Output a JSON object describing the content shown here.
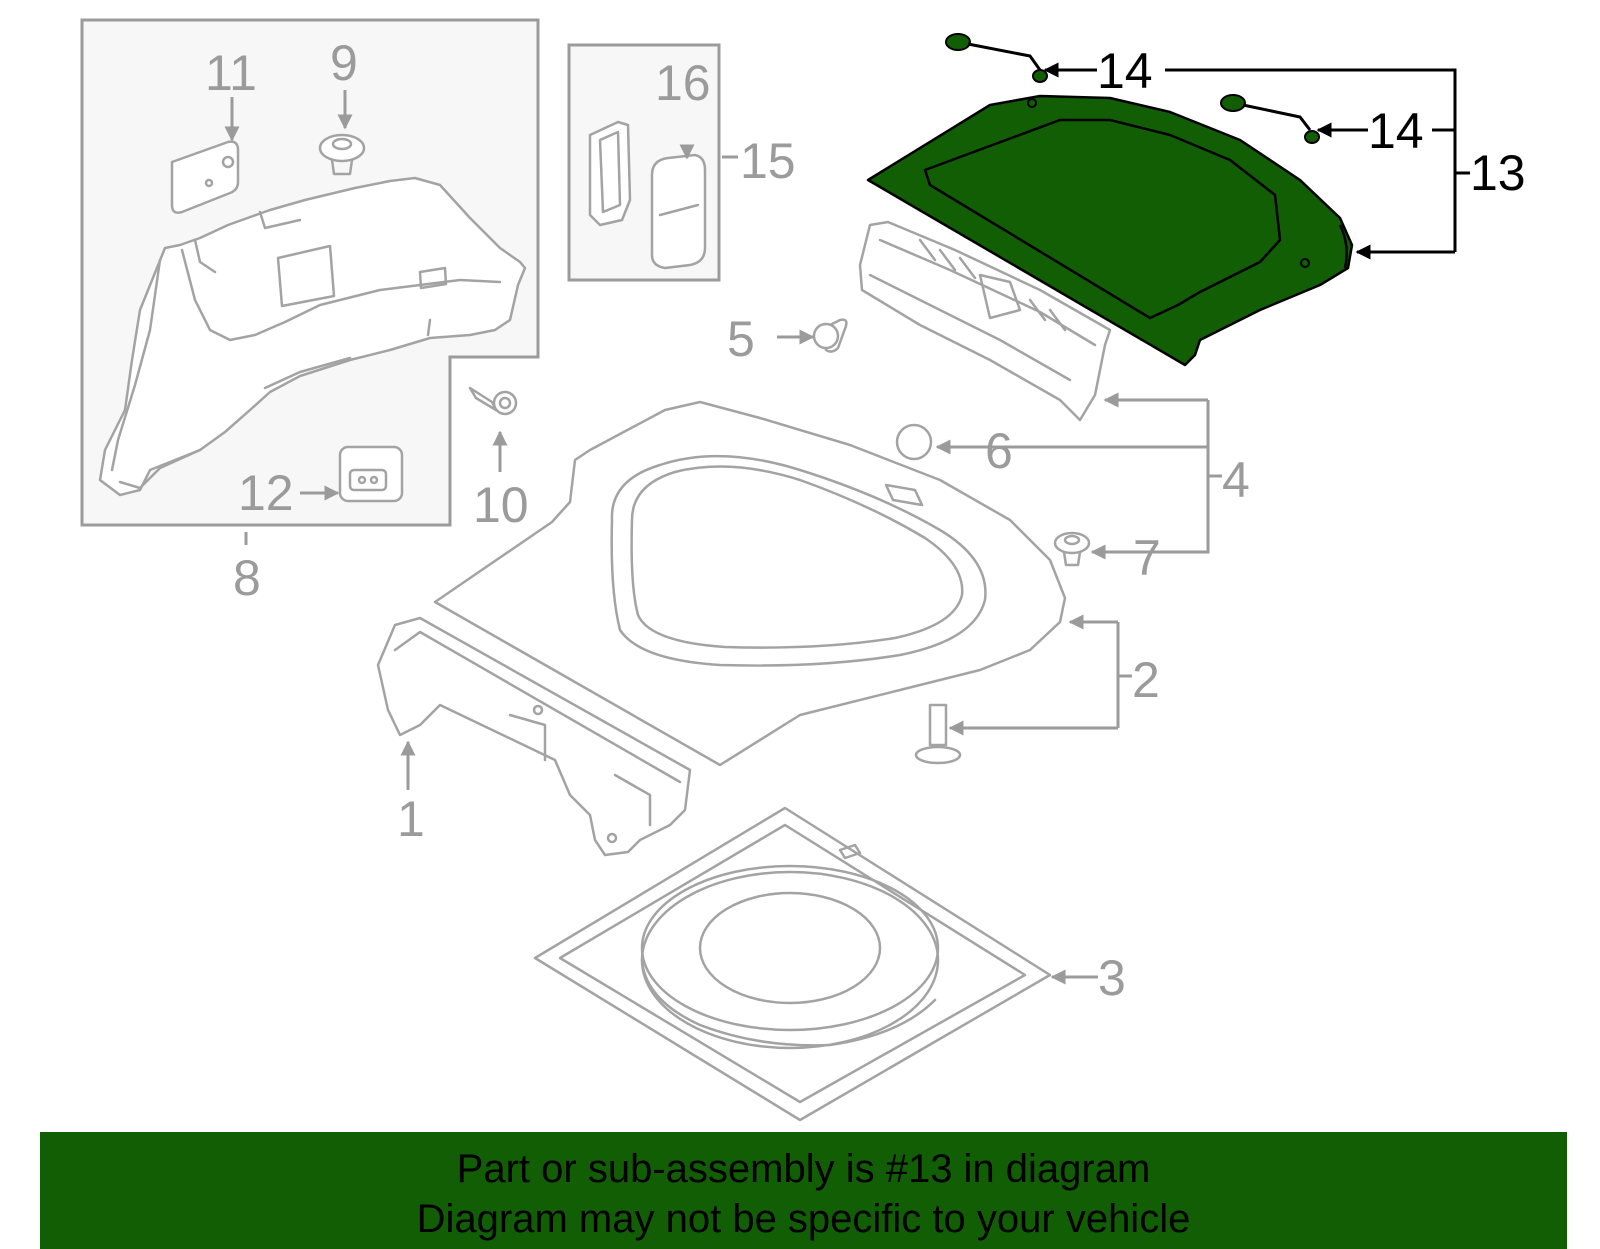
{
  "colors": {
    "highlight": "#115e05",
    "line": "#9b9b9b",
    "highlight_line": "#000000"
  },
  "callouts": {
    "c1": "1",
    "c2": "2",
    "c3": "3",
    "c4": "4",
    "c5": "5",
    "c6": "6",
    "c7": "7",
    "c8": "8",
    "c9": "9",
    "c10": "10",
    "c11": "11",
    "c12": "12",
    "c13": "13",
    "c14a": "14",
    "c14b": "14",
    "c15": "15",
    "c16": "16"
  },
  "highlighted_part": "13",
  "banner": {
    "line1": "Part or sub-assembly is #13 in diagram",
    "line2": "Diagram may not be specific to your vehicle"
  }
}
